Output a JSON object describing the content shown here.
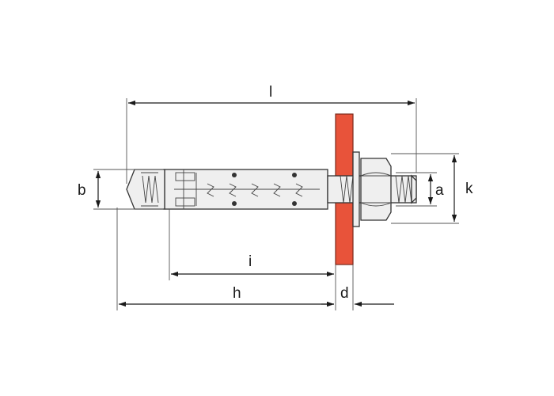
{
  "labels": {
    "l": "l",
    "b": "b",
    "a": "a",
    "k": "k",
    "i": "i",
    "h": "h",
    "d": "d"
  },
  "colors": {
    "substrate": "#e8533a",
    "substrate_outline": "#7a2a1c",
    "line": "#1a1a1a",
    "metal": "#efefef"
  }
}
